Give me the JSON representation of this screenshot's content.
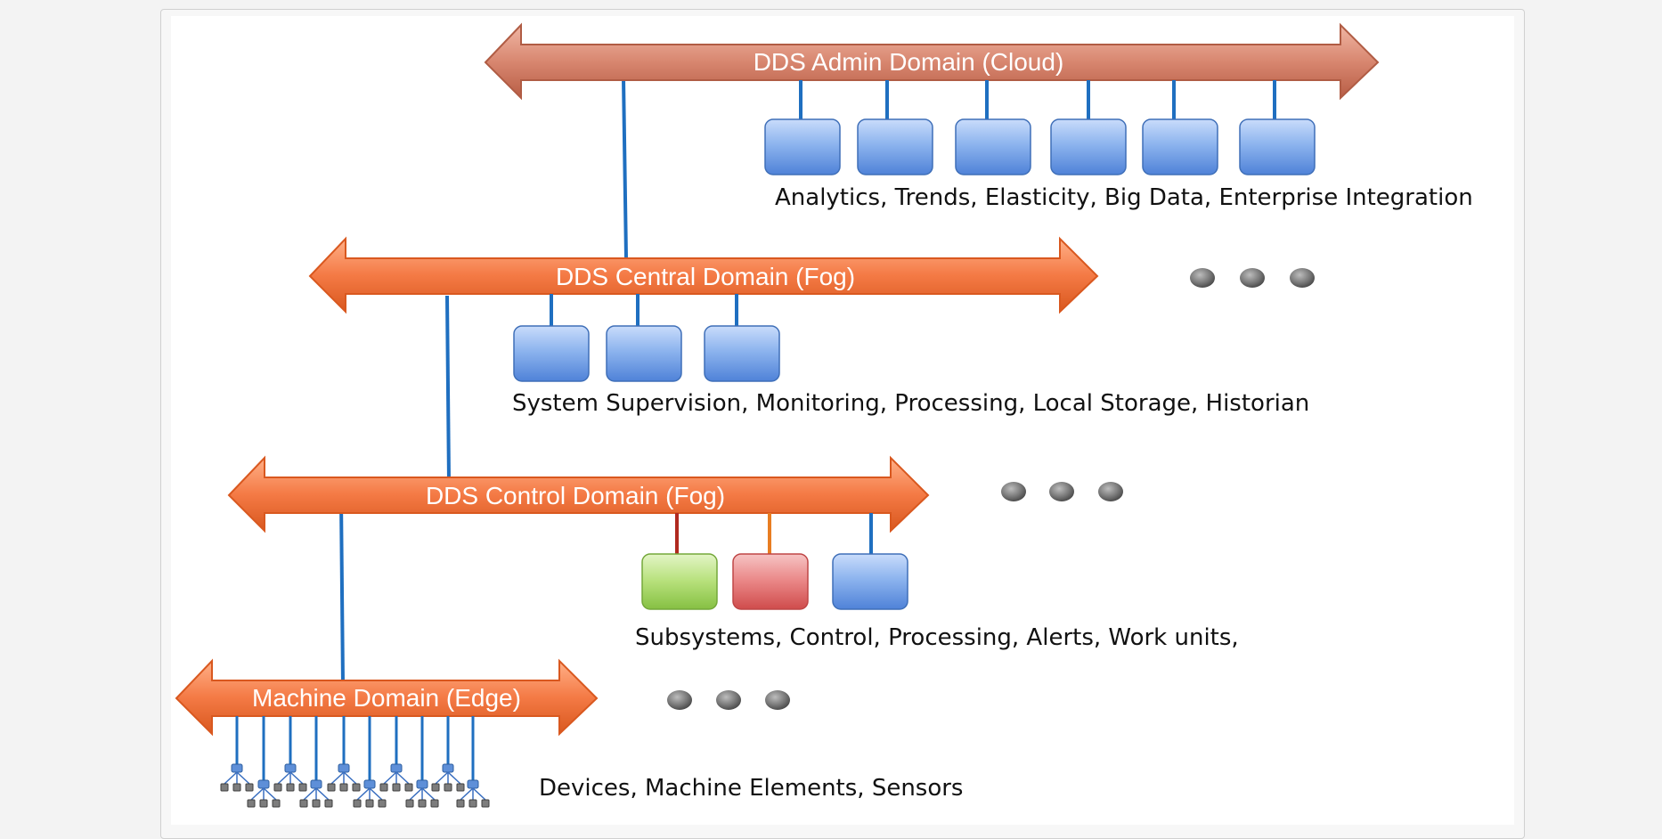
{
  "domains": {
    "cloud": {
      "label": "DDS Admin Domain (Cloud)"
    },
    "fog_central": {
      "label": "DDS Central Domain (Fog)"
    },
    "fog_control": {
      "label": "DDS Control Domain (Fog)"
    },
    "edge": {
      "label": "Machine Domain (Edge)"
    }
  },
  "captions": {
    "cloud": "Analytics, Trends, Elasticity, Big Data, Enterprise Integration",
    "fog_central": "System Supervision,  Monitoring, Processing, Local Storage, Historian",
    "fog_control": "Subsystems, Control, Processing, Alerts, Work units,",
    "edge": "Devices, Machine Elements, Sensors"
  },
  "colors": {
    "cloud_bus": "#d2826b",
    "fog_bus": "#f07a48",
    "connector_blue": "#1f6fc0",
    "connector_red": "#b02a20",
    "connector_orange": "#e87d22",
    "node_blue": "#7fa8e6",
    "node_green": "#a9d86b",
    "node_red": "#e67a7a",
    "ellipsis_dot": "#7a7a7a"
  }
}
